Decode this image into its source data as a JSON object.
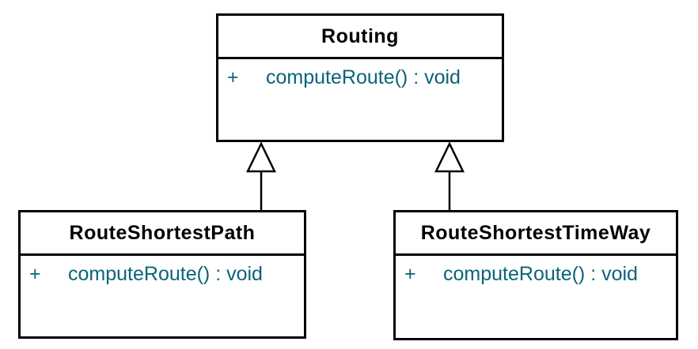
{
  "classes": [
    {
      "name": "Routing",
      "members": [
        {
          "visibility": "+",
          "signature": "computeRoute() : void"
        }
      ]
    },
    {
      "name": "RouteShortestPath",
      "members": [
        {
          "visibility": "+",
          "signature": "computeRoute() : void"
        }
      ]
    },
    {
      "name": "RouteShortestTimeWay",
      "members": [
        {
          "visibility": "+",
          "signature": "computeRoute() : void"
        }
      ]
    }
  ],
  "relations": [
    {
      "type": "generalization",
      "from": "RouteShortestPath",
      "to": "Routing"
    },
    {
      "type": "generalization",
      "from": "RouteShortestTimeWay",
      "to": "Routing"
    }
  ],
  "colors": {
    "background": "#ffffff",
    "border": "#000000",
    "class_name_text": "#000000",
    "member_text": "#0a6478"
  }
}
